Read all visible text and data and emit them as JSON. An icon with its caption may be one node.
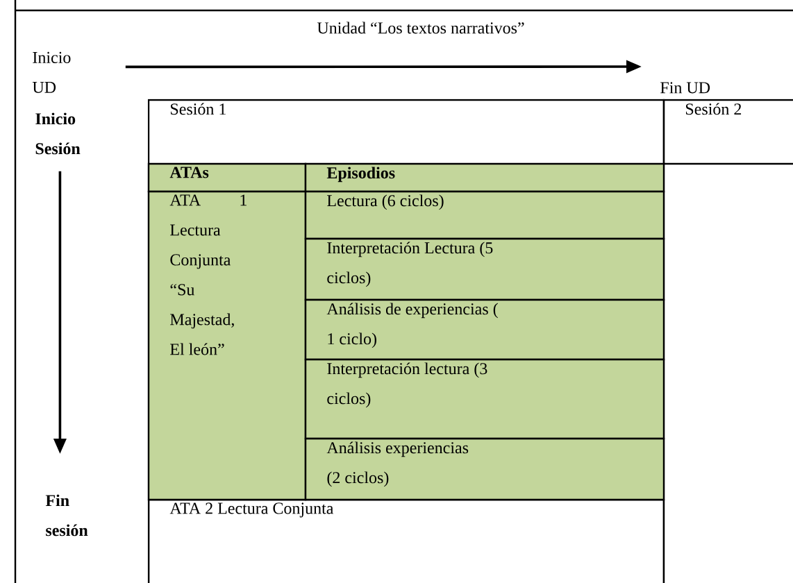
{
  "diagram": {
    "title": "Unidad “Los textos narrativos”",
    "nodes": [
      {
        "text": [
          "Inicio UD"
        ]
      },
      {
        "text": [
          "Fin UD"
        ]
      },
      {
        "text": [
          "Inicio Sesión"
        ]
      },
      {
        "text": [
          "Fin sesión"
        ]
      },
      {
        "text": [
          "Sesión 1"
        ]
      },
      {
        "text": [
          "Sesión 2"
        ]
      },
      {
        "text": [
          "ATAs"
        ],
        "in": 4
      },
      {
        "text": [
          "Episodios"
        ],
        "in": 4
      },
      {
        "text": [
          "ATA 1 Lectura Conjunta “Su Majestad, El león”"
        ],
        "in": 4
      },
      {
        "text": [
          "Lectura (6 ciclos)"
        ],
        "in": 4
      },
      {
        "text": [
          "Interpretación Lectura (5 ciclos)"
        ],
        "in": 4
      },
      {
        "text": [
          "Análisis de experiencias ( 1 ciclo)"
        ],
        "in": 4
      },
      {
        "text": [
          "Interpretación lectura (3 ciclos)"
        ],
        "in": 4
      },
      {
        "text": [
          "Análisis experiencias (2 ciclos)"
        ],
        "in": 4
      },
      {
        "text": [
          "ATA 2 Lectura Conjunta"
        ],
        "in": 4
      }
    ],
    "edges": [
      {
        "from": 0,
        "to": 1,
        "arrow": "to"
      },
      {
        "from": 2,
        "to": 3,
        "arrow": "to"
      }
    ]
  }
}
